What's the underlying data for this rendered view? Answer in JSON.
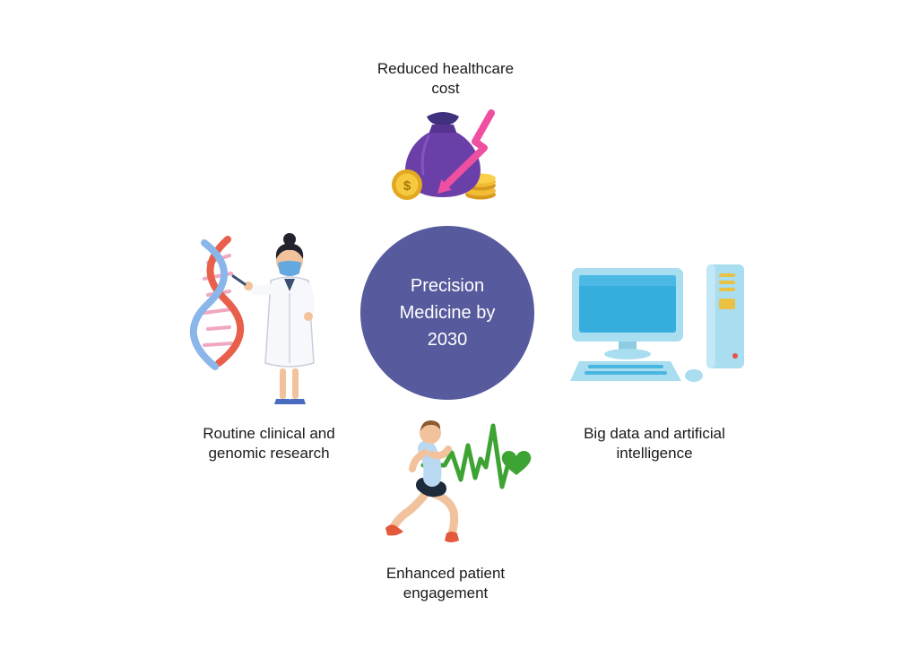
{
  "diagram": {
    "center": {
      "label": "Precision Medicine by 2030"
    },
    "nodes": {
      "top": {
        "label": "Reduced healthcare cost",
        "icon": "money-bag-cost-decrease-icon"
      },
      "left": {
        "label": "Routine clinical and genomic research",
        "icon": "doctor-dna-icon"
      },
      "right": {
        "label": "Big data and artificial intelligence",
        "icon": "desktop-computer-icon"
      },
      "bottom": {
        "label": "Enhanced patient engagement",
        "icon": "runner-heartbeat-icon"
      }
    },
    "icons": {
      "currency_symbol": "$"
    },
    "colors": {
      "background": "#ffffff",
      "center_circle": "#575a9d",
      "center_text": "#ffffff",
      "label_text": "#1a1a1a",
      "arrow_pink": "#ee4fa0",
      "bag_purple": "#6b3fa8",
      "coin_gold": "#f0bc35",
      "pulse_green": "#3da332",
      "computer_blue": "#a9ddf0"
    }
  }
}
